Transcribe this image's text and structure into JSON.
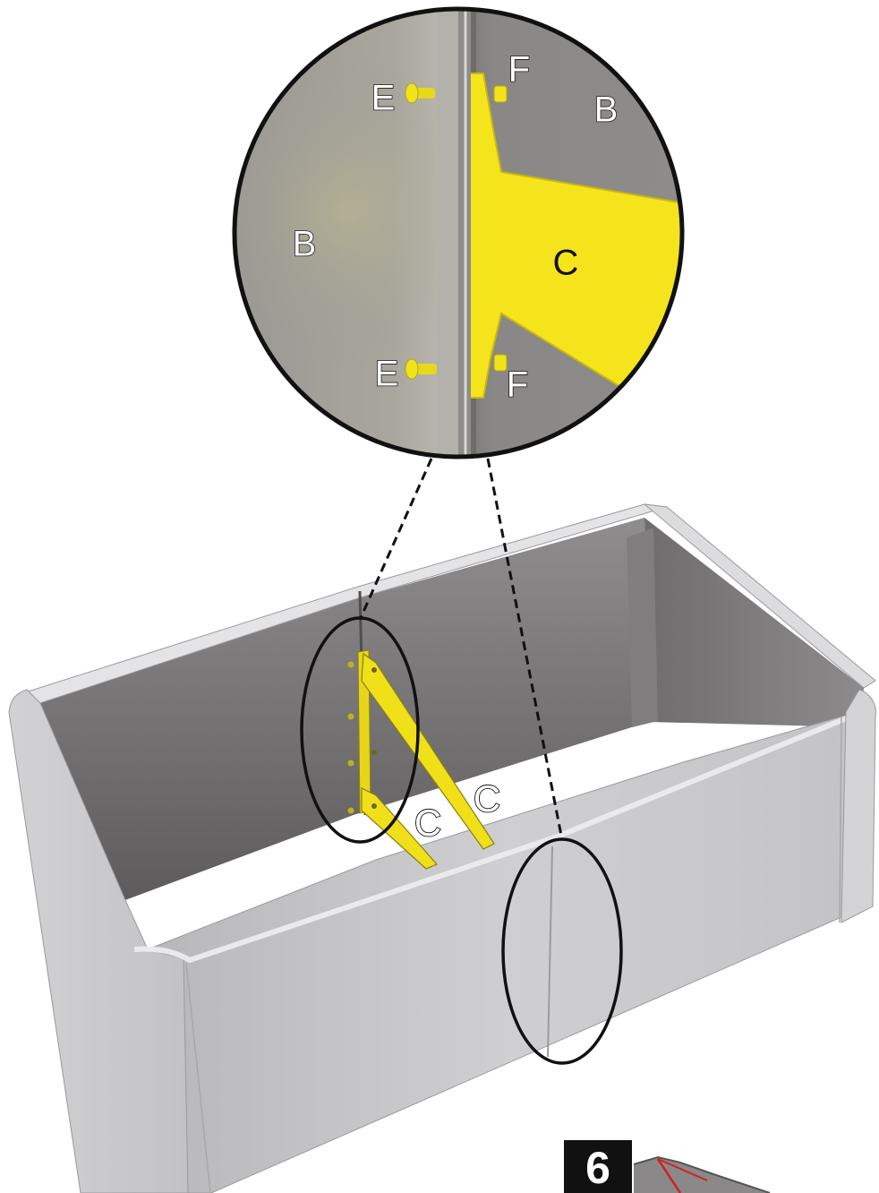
{
  "detail_view": {
    "labels": {
      "bolt_top": "E",
      "bolt_bottom": "E",
      "nut_top": "F",
      "nut_bottom": "F",
      "panel_left": "B",
      "panel_right": "B",
      "brace": "C"
    }
  },
  "main_view": {
    "brace_labels": {
      "front": "C",
      "back": "C"
    }
  },
  "step": {
    "number": "6"
  },
  "colors": {
    "brace_yellow": "#f2e21a",
    "panel_outer": "#c9c9cb",
    "panel_inner": "#7b797a",
    "outline": "#111111"
  }
}
